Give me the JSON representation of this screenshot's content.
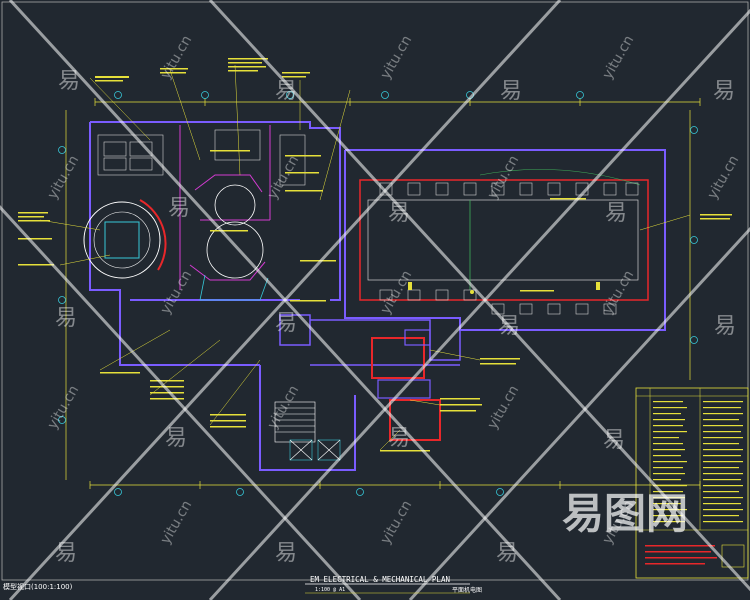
{
  "drawing": {
    "title": "EM  ELECTRICAL & MECHANICAL PLAN",
    "scale": "1:100 @ A1",
    "chinese_subtitle": "平面机电图",
    "viewport_label": "模型视口(100:1:100)"
  },
  "watermark": {
    "brand_big": "易图网",
    "glyph": "易",
    "domain": "yitu.cn"
  },
  "colors": {
    "background": "#212830",
    "wall": "#7a5cff",
    "annotation": "#e6e03a",
    "highlight_red": "#e8272a",
    "cyan": "#37c8d8",
    "white": "#ffffff",
    "green": "#3fae5a",
    "magenta": "#d23bd0"
  }
}
